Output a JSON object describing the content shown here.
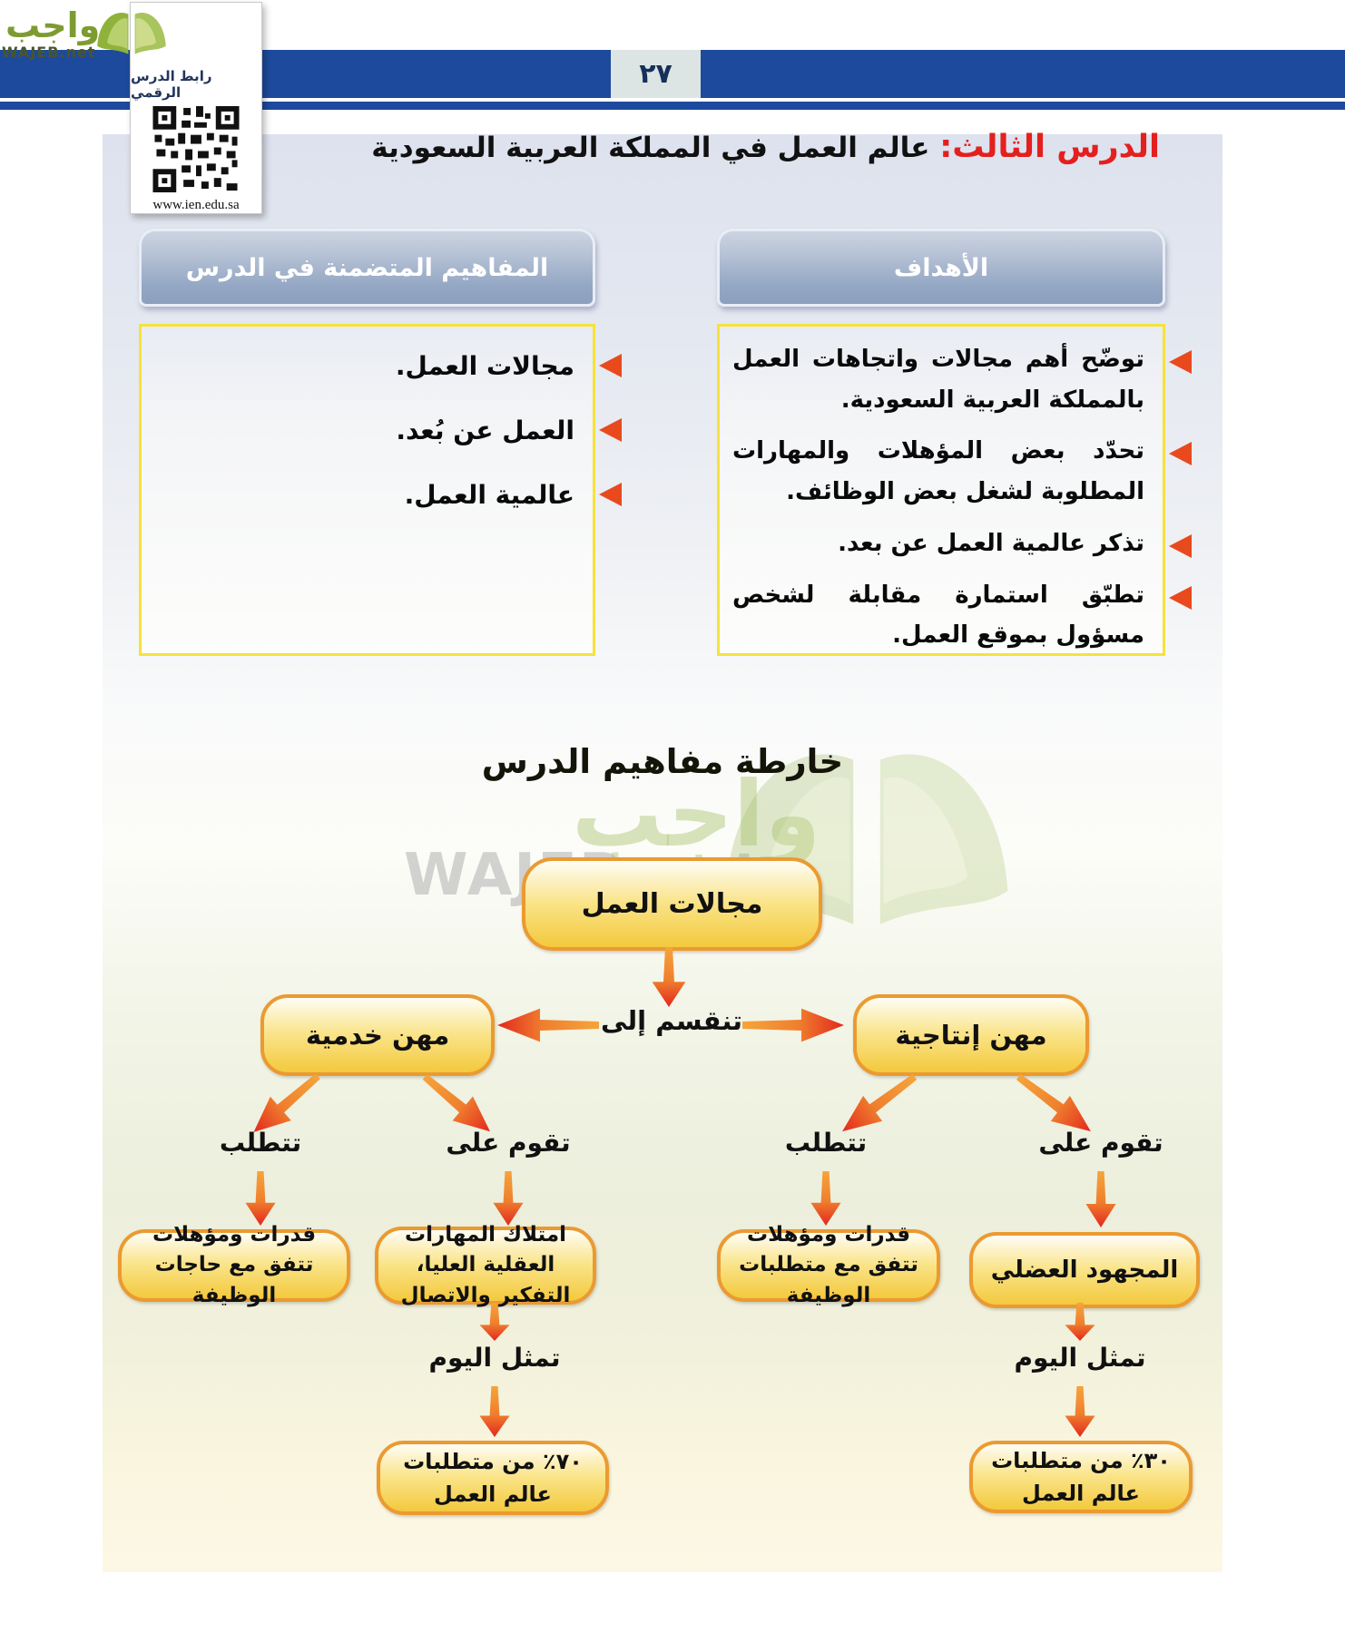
{
  "page": {
    "number": "٢٧"
  },
  "logo": {
    "brand_ar": "واجب",
    "brand_en": "WAJEB.net"
  },
  "qr": {
    "caption": "رابط الدرس الرقمي",
    "url": "www.ien.edu.sa"
  },
  "lesson": {
    "label": "الدرس الثالث:",
    "title": "عالم العمل في المملكة العربية السعودية"
  },
  "objectives": {
    "header": "الأهداف",
    "items": [
      "توضّح أهم مجالات واتجاهات العمل بالمملكة العربية السعودية.",
      "تحدّد بعض المؤهلات والمهارات المطلوبة لشغل بعض الوظائف.",
      "تذكر عالمية العمل عن بعد.",
      "تطبّق استمارة مقابلة لشخص مسؤول بموقع العمل."
    ]
  },
  "concepts": {
    "header": "المفاهيم المتضمنة في الدرس",
    "items": [
      "مجالات العمل.",
      "العمل عن بُعد.",
      "عالمية العمل."
    ]
  },
  "map": {
    "title": "خارطة مفاهيم الدرس",
    "root": "مجالات العمل",
    "split_label": "تنقسم إلى",
    "service": "مهن خدمية",
    "productive": "مهن إنتاجية",
    "service_requires_label": "تتطلب",
    "service_based_label": "تقوم على",
    "productive_requires_label": "تتطلب",
    "productive_based_label": "تقوم على",
    "service_requires": "قدرات ومؤهلات تتفق مع حاجات الوظيفة",
    "service_based": "امتلاك المهارات العقلية العليا، التفكير والاتصال",
    "productive_requires": "قدرات ومؤهلات تتفق مع متطلبات الوظيفة",
    "productive_based": "المجهود العضلي",
    "today_left": "تمثل اليوم",
    "today_right": "تمثل اليوم",
    "pct70": "٧٠٪ من متطلبات عالم العمل",
    "pct30": "٣٠٪ من متطلبات عالم العمل"
  },
  "colors": {
    "bar_blue": "#1d4a9c",
    "title_red": "#e3201e",
    "yellow_border": "#f6e23c",
    "map_border_orange": "#eb9a31",
    "map_fill_gold": "#f3c93d",
    "arrow_orange": "#f6a43b",
    "arrow_red": "#e3271d",
    "bullet_red": "#e84a1e",
    "logo_green": "#7e9b31"
  }
}
